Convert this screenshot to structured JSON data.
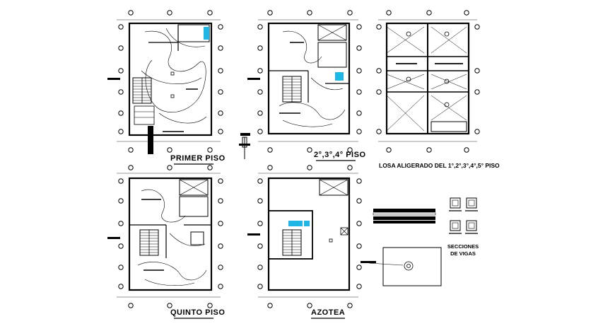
{
  "drawing": {
    "colors": {
      "line": "#000000",
      "accent": "#1fb6e6",
      "paper": "#ffffff"
    },
    "labels": {
      "primer_piso": "PRIMER PISO",
      "pisos_2_3_4": "2°,3°,4° PISO",
      "quinto_piso": "QUINTO PISO",
      "azotea": "AZOTEA",
      "losa_aligerado": "LOSA ALIGERADO DEL 1°,2°,3°,4°,5° PISO",
      "secciones_line1": "SECCIONES",
      "secciones_line2": "DE VIGAS"
    }
  }
}
